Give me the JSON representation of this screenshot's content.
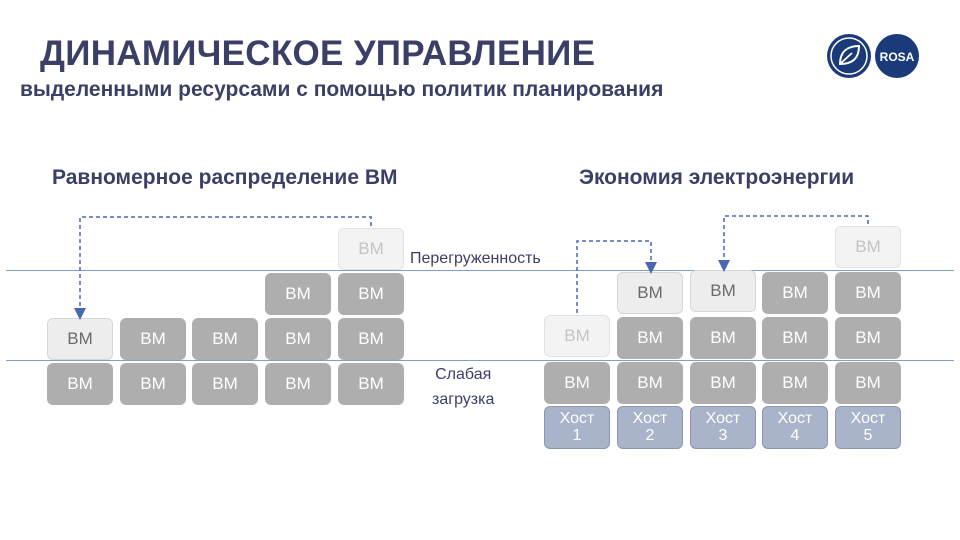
{
  "slide": {
    "title": "ДИНАМИЧЕСКОЕ УПРАВЛЕНИЕ",
    "subtitle": "выделенными ресурсами с помощью политик планирования"
  },
  "logo": {
    "text": "ROSA",
    "color": "#1a3a7a"
  },
  "left": {
    "heading": "Равномерное распределение ВМ"
  },
  "right": {
    "heading": "Экономия электроэнергии"
  },
  "labels": {
    "overload": "Перегруженность",
    "low_load_1": "Слабая",
    "low_load_2": "загрузка"
  },
  "vm_label": "ВМ",
  "hosts": [
    {
      "word": "Хост",
      "num": "1"
    },
    {
      "word": "Хост",
      "num": "2"
    },
    {
      "word": "Хост",
      "num": "3"
    },
    {
      "word": "Хост",
      "num": "4"
    },
    {
      "word": "Хост",
      "num": "5"
    }
  ],
  "colors": {
    "vm": "#aeaeae",
    "host": "#a9b3c9",
    "text": "#3b3f66",
    "line": "#7f9fc4",
    "arrow": "#4a68b2"
  }
}
